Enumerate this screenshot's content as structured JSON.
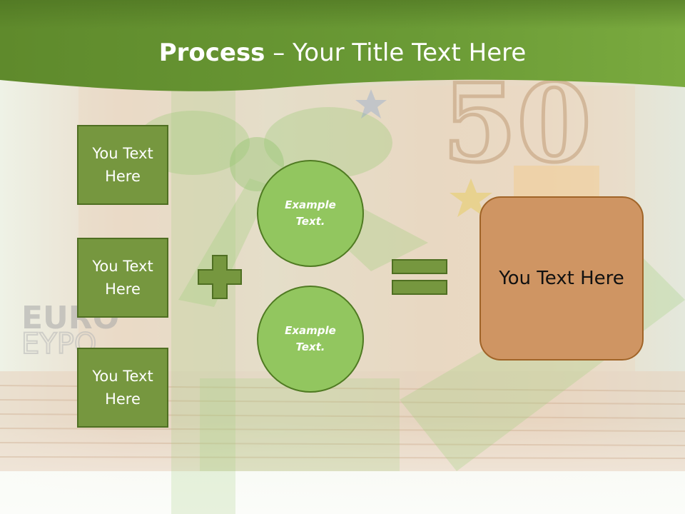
{
  "title": {
    "bold": "Process",
    "rest": " – Your Title Text Here"
  },
  "left_boxes": [
    {
      "label": "You Text Here"
    },
    {
      "label": "You Text Here"
    },
    {
      "label": "You Text Here"
    }
  ],
  "circles": [
    {
      "label": "Example Text."
    },
    {
      "label": "Example Text."
    }
  ],
  "result": {
    "label": "You Text Here"
  },
  "colors": {
    "banner": "#6a9a35",
    "box_fill": "#76973f",
    "circle_fill": "#92c65f",
    "result_fill": "#cf9563",
    "operator": "#76973f"
  }
}
